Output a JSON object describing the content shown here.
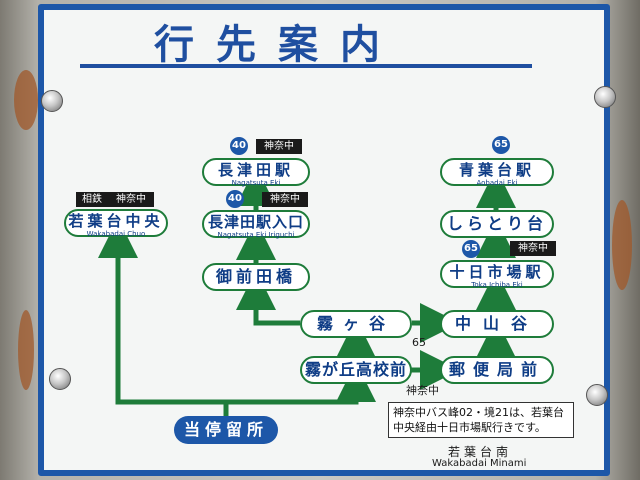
{
  "sign": {
    "title": "行先案内",
    "current_stop": "当停留所",
    "footer_jp": "若葉台南",
    "footer_en": "Wakabadai Minami",
    "note": "神奈中バス峰02・境21は、若葉台中央経由十日市場駅行きです。",
    "label_65": "65",
    "label_kanachu": "神奈中"
  },
  "stops": {
    "wakabadai_chuo": {
      "jp": "若葉台中央",
      "en": "Wakabadai Chuo",
      "ops": [
        "相鉄",
        "神奈中"
      ]
    },
    "nagatsuta_eki": {
      "jp": "長津田駅",
      "en": "Nagatsuta Eki",
      "route": "40",
      "op": "神奈中"
    },
    "nagatsuta_iriguchi": {
      "jp": "長津田駅入口",
      "en": "Nagatsuta Eki Iriguchi",
      "route": "40",
      "op": "神奈中"
    },
    "gozenda": {
      "jp": "御前田橋"
    },
    "kirigaya": {
      "jp": "霧ヶ谷"
    },
    "kirigaoka": {
      "jp": "霧が丘高校前"
    },
    "nakayamaya": {
      "jp": "中山谷"
    },
    "yubinkyoku": {
      "jp": "郵便局前"
    },
    "tokaichiba": {
      "jp": "十日市場駅",
      "en": "Toka Ichiba Eki",
      "route": "65",
      "op": "神奈中"
    },
    "shiratoridai": {
      "jp": "しらとり台"
    },
    "aobadai": {
      "jp": "青葉台駅",
      "en": "Aobadai Eki",
      "route": "65"
    }
  },
  "colors": {
    "sign_blue": "#1d57a8",
    "route_green": "#1e7c3a",
    "rust": "#a0582a"
  }
}
